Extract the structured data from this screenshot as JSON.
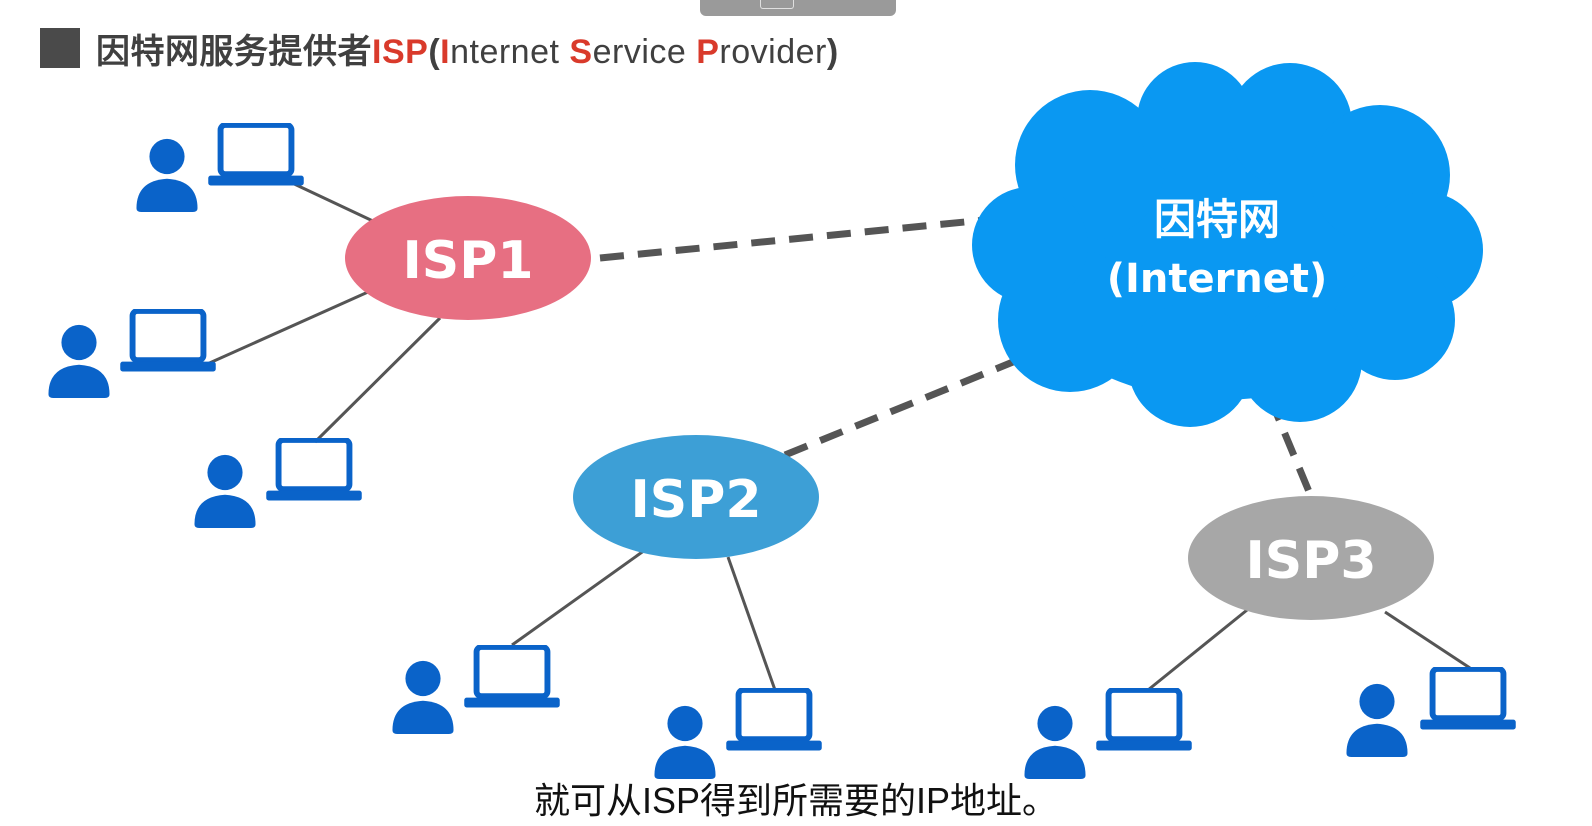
{
  "title": {
    "cn": "因特网服务提供者",
    "abbr": "ISP",
    "paren_open": "(",
    "w1_initial": "I",
    "w1_rest": "nternet ",
    "w2_initial": "S",
    "w2_rest": "ervice ",
    "w3_initial": "P",
    "w3_rest": "rovider",
    "paren_close": ")"
  },
  "colors": {
    "accent_red": "#d93a2b",
    "isp1": "#e76f82",
    "isp2": "#3d9fd6",
    "isp3": "#a7a7a7",
    "cloud": "#0a98f2",
    "icon_blue": "#0a63c9",
    "link_gray": "#555555"
  },
  "internet": {
    "line1": "因特网",
    "line2": "(Internet)"
  },
  "isps": [
    {
      "label": "ISP1"
    },
    {
      "label": "ISP2"
    },
    {
      "label": "ISP3"
    }
  ],
  "icons": {
    "user": "user-icon",
    "laptop": "laptop-icon"
  },
  "subtitle": "就可从ISP得到所需要的IP地址。"
}
